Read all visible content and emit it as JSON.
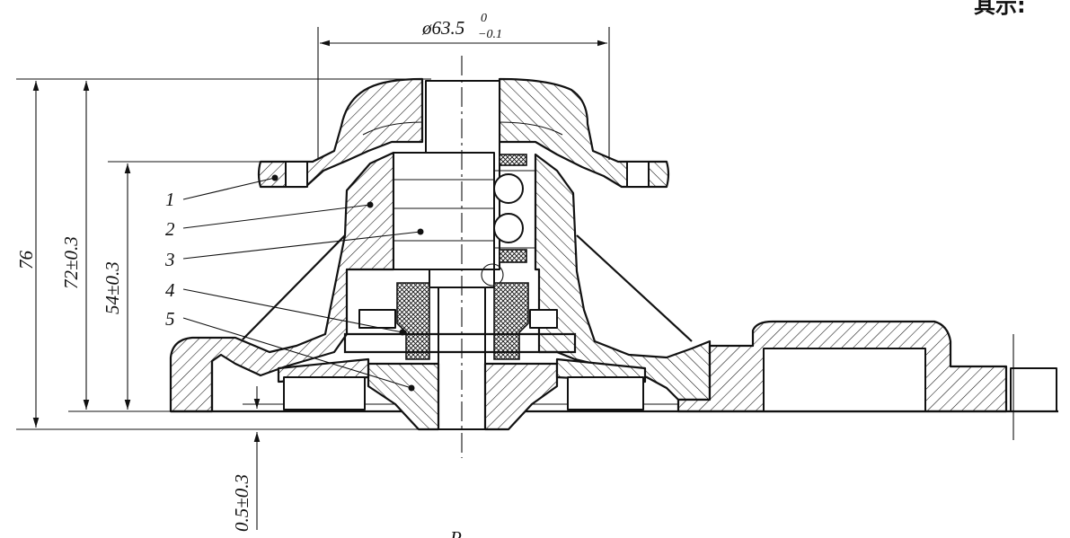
{
  "caption_fragment": "其示:",
  "dimensions": {
    "diameter": {
      "base": "ø63.5",
      "upper": "0",
      "lower": "−0.1"
    },
    "total_height": "76",
    "height_72": "72±0.3",
    "height_54": "54±0.3",
    "gap": "0.5±0.3"
  },
  "part_labels": [
    "1",
    "2",
    "3",
    "4",
    "5"
  ],
  "bottom_fragment": "、P"
}
